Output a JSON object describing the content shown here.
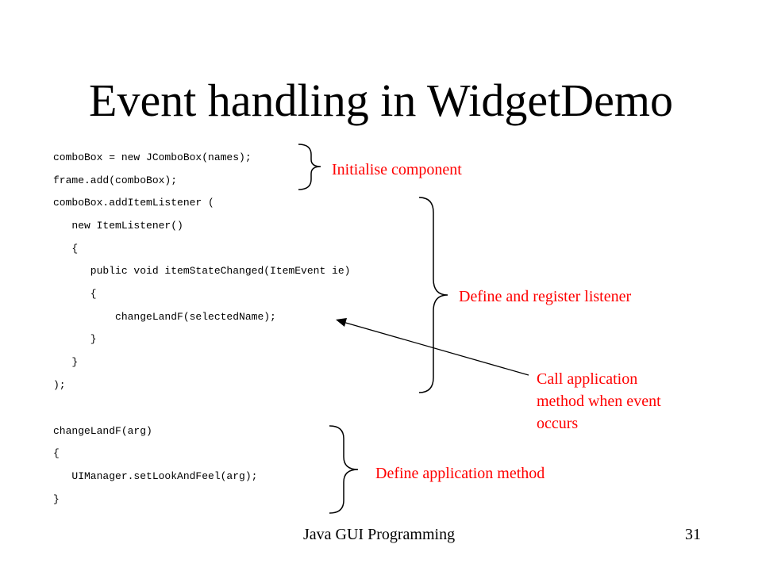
{
  "slide": {
    "title": "Event handling in WidgetDemo",
    "code_lines": [
      "comboBox = new JComboBox(names);",
      "frame.add(comboBox);",
      "comboBox.addItemListener (",
      "   new ItemListener()",
      "   {",
      "      public void itemStateChanged(ItemEvent ie)",
      "      {",
      "          changeLandF(selectedName);",
      "      }",
      "   }",
      ");",
      "changeLandF(arg)",
      "{",
      "   UIManager.setLookAndFeel(arg);",
      "}"
    ],
    "annotations": {
      "initialise": "Initialise component",
      "define_register": "Define and register listener",
      "call_line1": "Call application",
      "call_line2": "method when event",
      "call_line3": "occurs",
      "define_method": "Define application method"
    },
    "footer": {
      "text": "Java GUI Programming",
      "page_number": "31"
    },
    "colors": {
      "annotation": "#ff0000",
      "text": "#000000",
      "background": "#ffffff"
    }
  }
}
